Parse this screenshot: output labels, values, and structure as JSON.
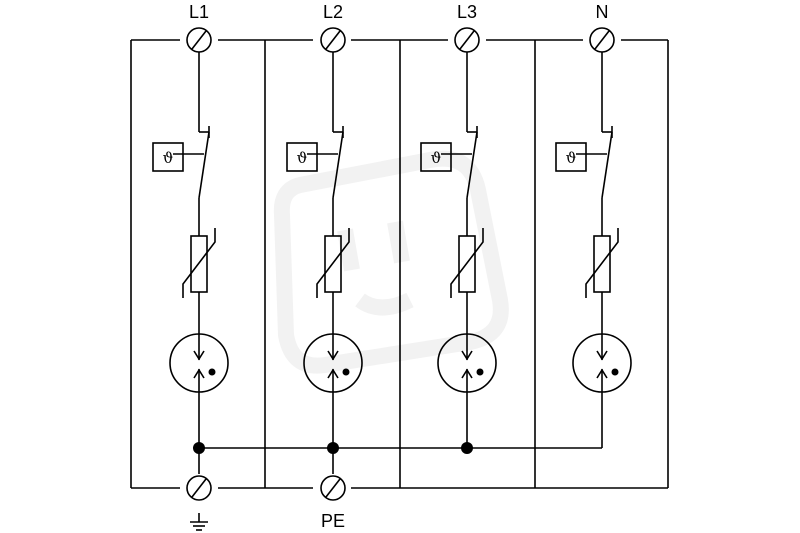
{
  "phases": [
    {
      "id": "l1",
      "label": "L1"
    },
    {
      "id": "l2",
      "label": "L2"
    },
    {
      "id": "l3",
      "label": "L3"
    },
    {
      "id": "n",
      "label": "N"
    }
  ],
  "thermal_symbol": "ϑ",
  "ground": {
    "label": "",
    "icon": "ground-icon"
  },
  "pe": {
    "label": "PE"
  },
  "watermark_icon": "plug-watermark-icon",
  "line_color": "#000000",
  "background_color": "#ffffff"
}
